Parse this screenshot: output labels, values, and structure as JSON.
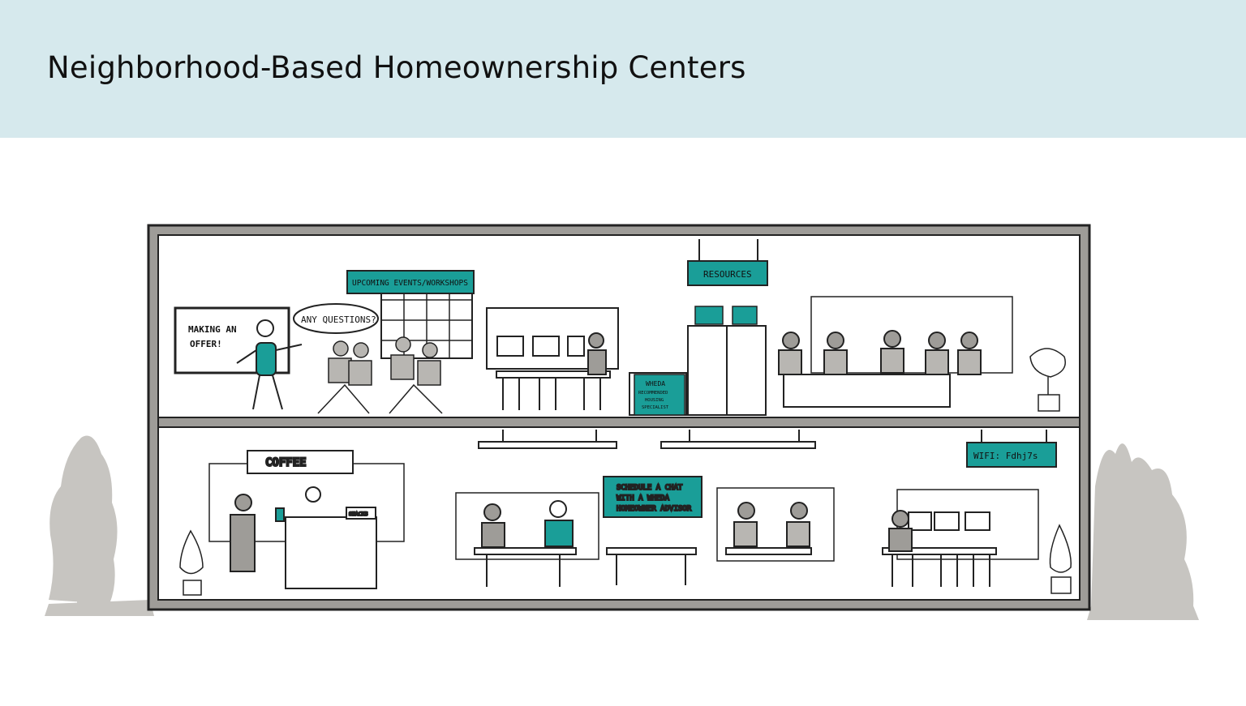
{
  "slide": {
    "title": "Neighborhood-Based Homeownership Centers"
  },
  "illustration": {
    "signs": {
      "making_offer": [
        "MAKING AN",
        "OFFER!"
      ],
      "speech": "ANY QUESTIONS?",
      "events": "UPCOMING EVENTS/WORKSHOPS",
      "resources": "RESOURCES",
      "wheda": [
        "WHEDA",
        "RECOMMENDED",
        "HOUSING",
        "SPECIALIST"
      ],
      "coffee": "COFFEE",
      "snacks": "SNACKS",
      "schedule": [
        "SCHEDULE A CHAT",
        "WITH A WHEDA",
        "HOMEOWNER ADVISOR"
      ],
      "wifi": "WIFI: Fdhj7s"
    }
  },
  "colors": {
    "header_bg": "#d6e9ed",
    "teal": "#1a9e98",
    "building_frame": "#9e9c98",
    "trees": "#c7c5c1"
  }
}
